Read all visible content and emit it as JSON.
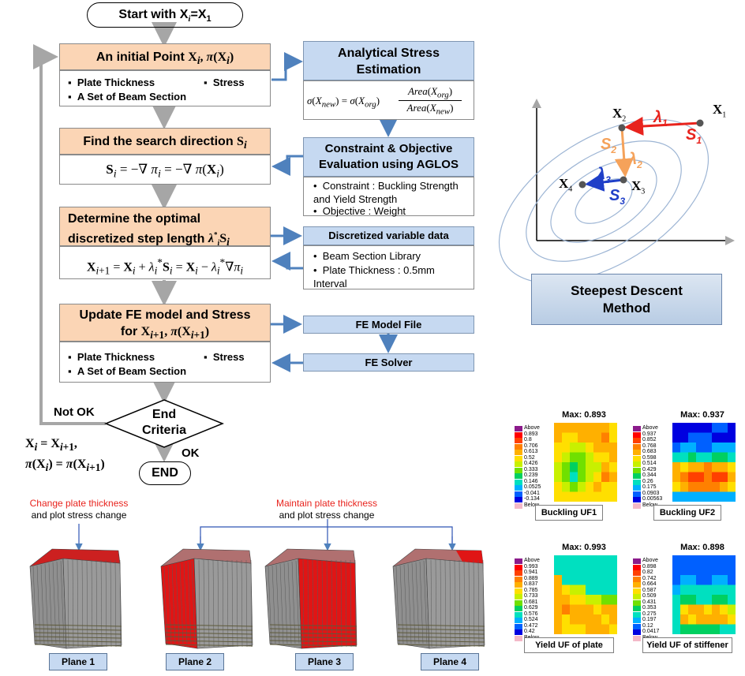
{
  "flowchart": {
    "start": "Start with X",
    "start_sub": "i",
    "start_tail": "=X",
    "start_tail_sub": "1",
    "initial_point": "An initial Point",
    "initial_bullets": [
      "Plate Thickness",
      "Stress",
      "A Set of Beam Section"
    ],
    "find_direction": "Find the search direction",
    "find_formula": "S",
    "determine_line1": "Determine the optimal",
    "determine_line2": "discretized  step length",
    "update_line1": "Update FE model and Stress",
    "update_line2": "for",
    "update_bullets": [
      "Plate Thickness",
      "Stress",
      "A Set of Beam Section"
    ],
    "end_criteria_line1": "End",
    "end_criteria_line2": "Criteria",
    "not_ok": "Not OK",
    "ok": "OK",
    "end": "END"
  },
  "side_boxes": {
    "analytical_title": "Analytical Stress Estimation",
    "constraint_title": "Constraint & Objective Evaluation using AGLOS",
    "constraint_bullets": [
      "Constraint : Buckling Strength and Yield Strength",
      "Objective : Weight"
    ],
    "discretized_title": "Discretized variable data",
    "discretized_bullets": [
      "Beam Section Library",
      "Plate Thickness : 0.5mm Interval"
    ],
    "fe_model_file": "FE Model File",
    "fe_solver": "FE Solver"
  },
  "steepest_descent": {
    "label": "Steepest Descent Method",
    "points": [
      "X",
      "X",
      "X",
      "X"
    ],
    "point_subs": [
      "1",
      "2",
      "3",
      "4"
    ]
  },
  "planes": {
    "caption_left_red": "Change plate thickness",
    "caption_left_black": "and plot stress change",
    "caption_right_red": "Maintain plate thickness",
    "caption_right_black": "and plot stress change",
    "labels": [
      "Plane 1",
      "Plane 2",
      "Plane 3",
      "Plane 4"
    ]
  },
  "uf_results": [
    {
      "label": "Buckling UF1",
      "max": "Max: 0.893",
      "legend": [
        "Above",
        "0.893",
        "0.8",
        "0.706",
        "0.613",
        "0.52",
        "0.426",
        "0.333",
        "0.239",
        "0.146",
        "0.0525",
        "-0.041",
        "-0.134",
        "Below"
      ]
    },
    {
      "label": "Buckling UF2",
      "max": "Max: 0.937",
      "legend": [
        "Above",
        "0.937",
        "0.852",
        "0.768",
        "0.683",
        "0.598",
        "0.514",
        "0.429",
        "0.344",
        "0.26",
        "0.175",
        "0.0903",
        "0.00563",
        "Below"
      ]
    },
    {
      "label": "Yield UF of plate",
      "max": "Max: 0.993",
      "legend": [
        "Above",
        "0.993",
        "0.941",
        "0.889",
        "0.837",
        "0.785",
        "0.733",
        "0.681",
        "0.629",
        "0.576",
        "0.524",
        "0.472",
        "0.42",
        "Below"
      ]
    },
    {
      "label": "Yield UF of stiffener",
      "max": "Max: 0.898",
      "legend": [
        "Above",
        "0.898",
        "0.82",
        "0.742",
        "0.664",
        "0.587",
        "0.509",
        "0.431",
        "0.353",
        "0.275",
        "0.197",
        "0.12",
        "0.0417",
        "Below"
      ]
    }
  ],
  "colors": {
    "orange_box": "#fbd5b5",
    "blue_box": "#c6d9f1",
    "arrow_blue": "#4f81bd",
    "arrow_grey": "#a6a6a6",
    "red": "#e8231d",
    "orange_arrow": "#f5a25a",
    "blue_arrow": "#1f3fc8"
  }
}
